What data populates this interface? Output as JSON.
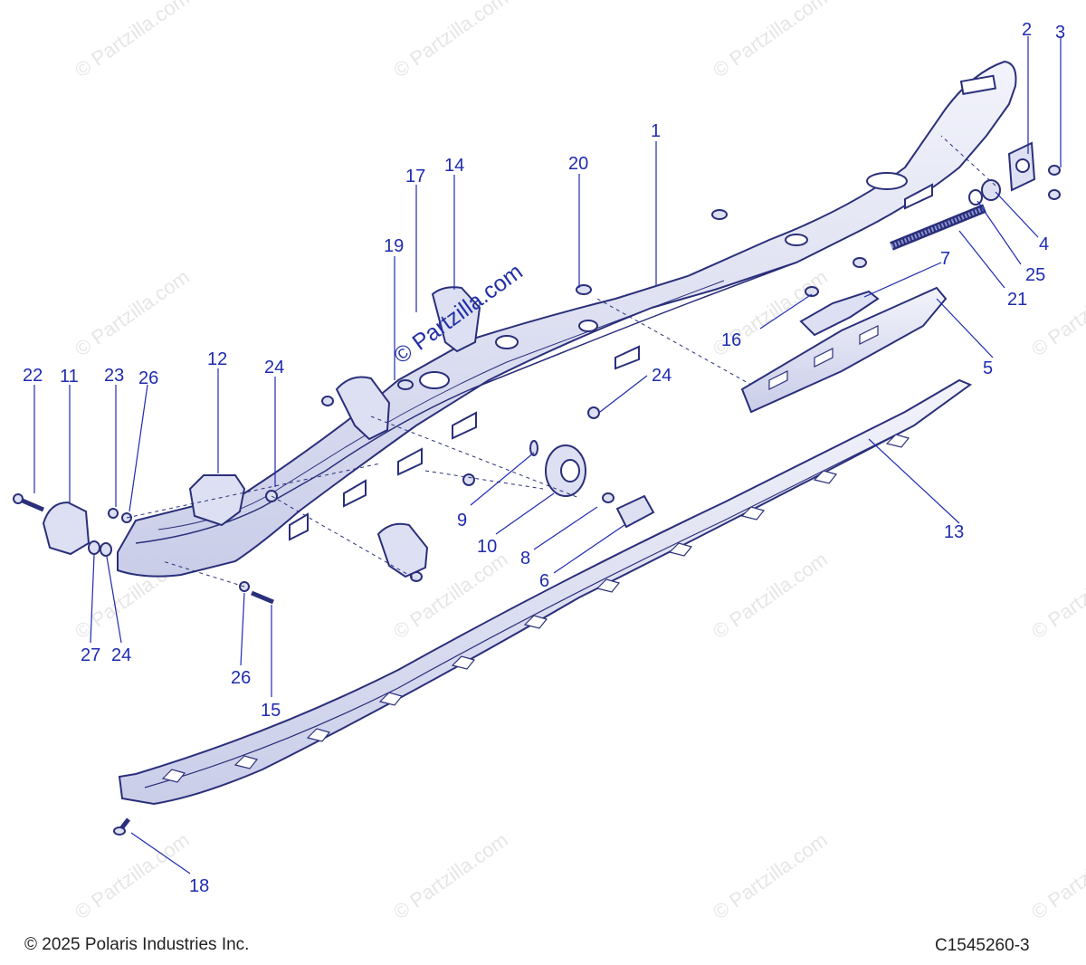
{
  "footer": {
    "copyright": "© 2025 Polaris Industries Inc.",
    "diagram_id": "C1545260-3"
  },
  "watermark": {
    "text": "© Partzilla.com",
    "emphasized_text": "© Partzilla.com"
  },
  "colors": {
    "callout_text": "#1f2bb0",
    "part_fill": "#dde0f2",
    "part_stroke": "#2a2f7a",
    "leader_line": "#1f2bb0"
  },
  "callouts": {
    "c1": "1",
    "c2": "2",
    "c3": "3",
    "c4": "4",
    "c5": "5",
    "c6": "6",
    "c7": "7",
    "c8": "8",
    "c9": "9",
    "c10": "10",
    "c11": "11",
    "c12": "12",
    "c13": "13",
    "c14": "14",
    "c15": "15",
    "c16": "16",
    "c17": "17",
    "c18": "18",
    "c19": "19",
    "c20": "20",
    "c21": "21",
    "c22": "22",
    "c23": "23",
    "c24a": "24",
    "c24b": "24",
    "c24c": "24",
    "c25": "25",
    "c26a": "26",
    "c26b": "26",
    "c27": "27"
  }
}
